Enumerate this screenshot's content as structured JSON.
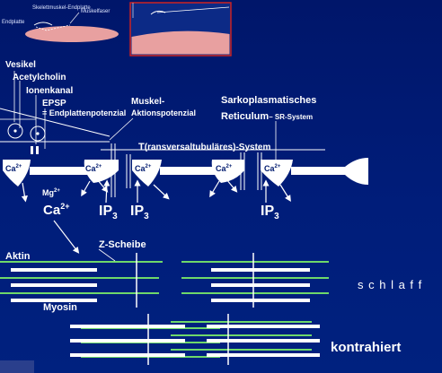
{
  "inset": {
    "label_left": "Endplatte",
    "label_mid": "Skelettmuskel-Endplatte",
    "label_right": "Muskelfaser"
  },
  "labels": {
    "vesikel": "Vesikel",
    "acetylcholin": "Acetylcholin",
    "ionenkanal": "Ionenkanal",
    "epsp": "EPSP",
    "epsp_sub": "= Endplattenpotenzial",
    "muskel": "Muskel-",
    "aktionspotenzial": "Aktionspotenzial",
    "sarko": "Sarkoplasmatisches",
    "reticulum": "Reticulum",
    "sr_system": "– SR-System",
    "t_system_t": "T",
    "t_system_rest": "(ransversaltubuläres)-System",
    "ca": "Ca",
    "ca_sup": "2+",
    "mg": "Mg",
    "mg_sup": "2+",
    "ip": "IP",
    "ip_sub": "3",
    "z_scheibe": "Z-Scheibe",
    "aktin": "Aktin",
    "myosin": "Myosin",
    "schlaff": "s c h l a f f",
    "kontrahiert": "kontrahiert"
  },
  "colors": {
    "background": "#001a6e",
    "text": "#ffffff",
    "actin": "#6fd86a",
    "myosin": "#ffffff",
    "inset_border": "#cc2222",
    "inset_fill": "#e8a0a0"
  }
}
